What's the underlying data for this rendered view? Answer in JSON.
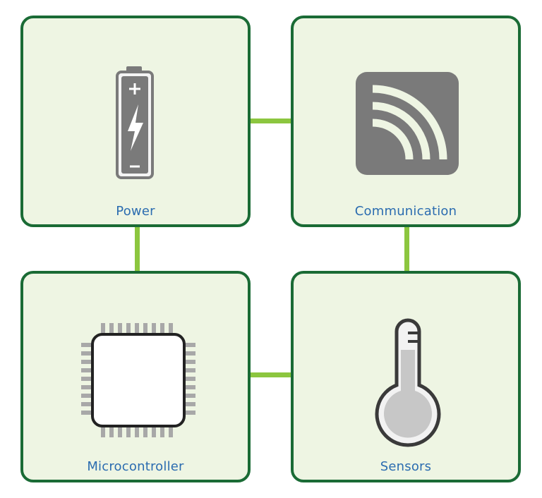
{
  "modules": {
    "power": {
      "label": "Power",
      "icon": "battery-icon"
    },
    "communication": {
      "label": "Communication",
      "icon": "wireless-signal-icon"
    },
    "microcontroller": {
      "label": "Microcontroller",
      "icon": "microchip-icon"
    },
    "sensors": {
      "label": "Sensors",
      "icon": "thermometer-icon"
    }
  },
  "colors": {
    "card_fill": "#eef5e3",
    "card_border": "#1a6b35",
    "connector": "#8cc63f",
    "label_text": "#2b6cb0",
    "icon_gray": "#7a7a7a"
  }
}
